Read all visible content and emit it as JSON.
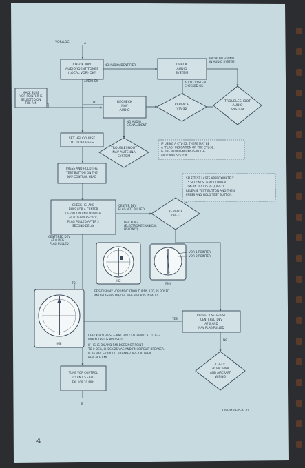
{
  "page_number": "4",
  "figure_code": "C00-0459-05-AC-0",
  "start_label": "VOR/LOC",
  "connector_a": "A",
  "connector_b": "B",
  "nodes": {
    "check_nav": [
      "CHECK NAV",
      "AUDIO/IDENT TONES",
      "(LOCAL VOR) OK?"
    ],
    "check_audio": [
      "CHECK",
      "AUDIO",
      "SYSTEM"
    ],
    "make_sure": [
      "MAKE SURE",
      "VOR POINTER IS",
      "SELECTED ON",
      "THE RMI"
    ],
    "recheck_nav": [
      "RECHECK",
      "NAV",
      "AUDIO"
    ],
    "replace_vir_1": [
      "REPLACE",
      "VIR-32"
    ],
    "troubleshoot_audio": [
      "TROUBLESHOOT",
      "AUDIO",
      "SYSTEM"
    ],
    "set_hsi": [
      "SET HSI COURSE",
      "TO 0 DEGREES"
    ],
    "troubleshoot_nav": [
      "TROUBLESHOOT",
      "NAV ANTENNA",
      "SYSTEM"
    ],
    "press_hold": [
      "PRESS AND HOLD THE",
      "TEST BUTTON ON THE",
      "NAV CONTROL HEAD"
    ],
    "check_hsi": [
      "CHECK HSI AND",
      "RMI'S FOR A CENTER",
      "DEVIATION AND POINTER",
      "AT 0 DEGREES \"TO\",",
      "FLAG PULLED AFTER 2",
      "SECOND DELAY"
    ],
    "replace_vir_2": [
      "REPLACE",
      "VIR-32"
    ],
    "recheck_self": [
      "RECHECK SELF-TEST",
      "CENTERED DEV",
      "AT 0 AND",
      "NAV FLAG PULLED"
    ],
    "check_26": [
      "CHECK",
      "26 VAC PWR",
      "AND AIRCRAFT",
      "WIRING"
    ],
    "tune_vor": [
      "TUNE VOR CONTROL",
      "TO AN ILS FREQ",
      "EX. 108.10 MHz"
    ]
  },
  "edge_labels": {
    "no_audio_ident": "NO AUDIO/IDENTIFIER",
    "audio_ok": "AUDIO OK",
    "ok": "OK",
    "no_audio_signal": [
      "NO AUDIO",
      "SIGNAL/IDENT"
    ],
    "problem_found": [
      "PROBLEM FOUND",
      "IN AUDIO SYSTEM"
    ],
    "audio_sys_ok": [
      "AUDIO SYSTEM",
      "CHECKED OK"
    ],
    "center_dev": [
      "CENTER DEV",
      "FLAG NOT PULLED"
    ],
    "centered_dev": [
      "CENTERED DEV",
      "AT 0 DEG",
      "FLAG PULLED"
    ],
    "yes": "YES",
    "no": "NO",
    "to": "TO"
  },
  "notes": {
    "ctl32": [
      "IF USING A CTL-32, THERE MAY BE",
      "A \"FLAG\" INDICATION ON THE CTL-32.",
      "IF THE PROBLEM EXISTS IN THE",
      "ANTENNA SYSTEM"
    ],
    "self_test": [
      "SELF-TEST LASTS APPROXIMATELY",
      "15 SECONDS.  IF ADDITIONAL",
      "TIME IN TEST IS REQUIRED,",
      "RELEASE TEST BUTTON AND THEN",
      "PRESS AND HOLD TEST BUTTON."
    ],
    "nav_flag": [
      "NAV FLAG",
      "(ELECTROMECHANICAL",
      "HSI ONLY)"
    ],
    "efis": [
      "EFIS DISPLAY VOR INDICATION TURNS RED, IS BOXED",
      "AND FLASHES ON/OFF WHEN VOR IS INVALID."
    ],
    "vor_pointers": [
      "VOR 1 POINTER",
      "VOR 2 POINTER"
    ],
    "check_both": [
      "CHECK BOTH HSI & RMI FOR CENTERING AT 0 DEG",
      "WHEN TEST IS PRESSED.",
      "IF HSI IS OK AND RMI DOES NOT POINT",
      "TO 0 DEG, CHECK 26 VAC AND RMI CIRCUIT BREAKER.",
      "IF 26 VAC & CIRCUIT BREAKER ARE OK THEN",
      "REPLACE RMI."
    ]
  },
  "instrument_labels": {
    "hsi": "HSI",
    "rmi": "RMI",
    "hsi_large": "HSI"
  }
}
